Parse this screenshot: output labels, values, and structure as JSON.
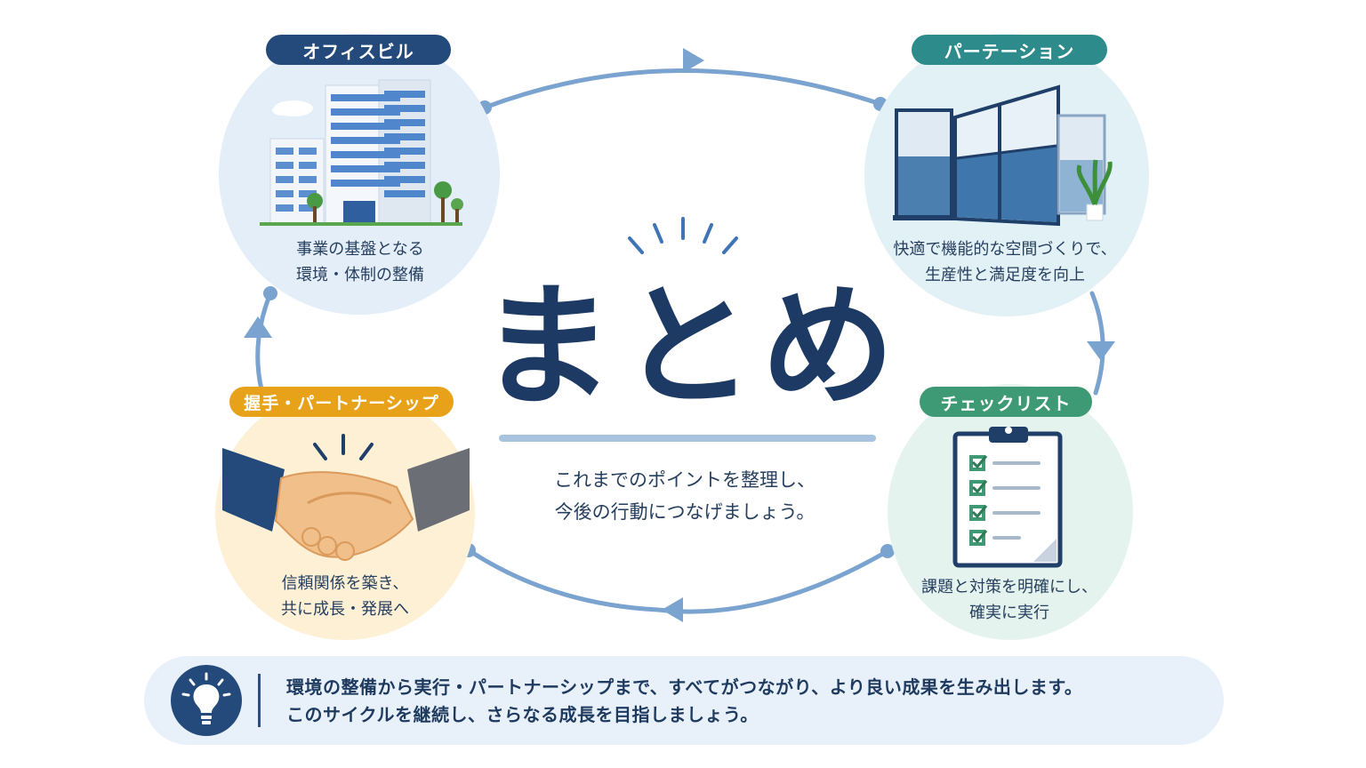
{
  "title": "まとめ",
  "subtitle": [
    "これまでのポイントを整理し、",
    "今後の行動につなげましょう。"
  ],
  "stages": {
    "office": {
      "label": "オフィスビル",
      "caption": [
        "事業の基盤となる",
        "環境・体制の整備"
      ],
      "icon": "office-building-icon"
    },
    "partition": {
      "label": "パーテーション",
      "caption": [
        "快適で機能的な空間づくりで、",
        "生産性と満足度を向上"
      ],
      "icon": "partition-icon"
    },
    "checklist": {
      "label": "チェックリスト",
      "caption": [
        "課題と対策を明確にし、",
        "確実に実行"
      ],
      "icon": "clipboard-checklist-icon"
    },
    "handshake": {
      "label": "握手・パートナーシップ",
      "caption": [
        "信頼関係を築き、",
        "共に成長・発展へ"
      ],
      "icon": "handshake-icon"
    }
  },
  "banner": {
    "icon": "lightbulb-icon",
    "lines": [
      "環境の整備から実行・パートナーシップまで、すべてがつながり、より良い成果を生み出します。",
      "このサイクルを継続し、さらなる成長を目指しましょう。"
    ]
  },
  "colors": {
    "navy": "#234a7a",
    "teal": "#2e8b8c",
    "orange": "#e8a21a",
    "green": "#3e9a74",
    "cycle_arrow": "#7ba3cf"
  }
}
